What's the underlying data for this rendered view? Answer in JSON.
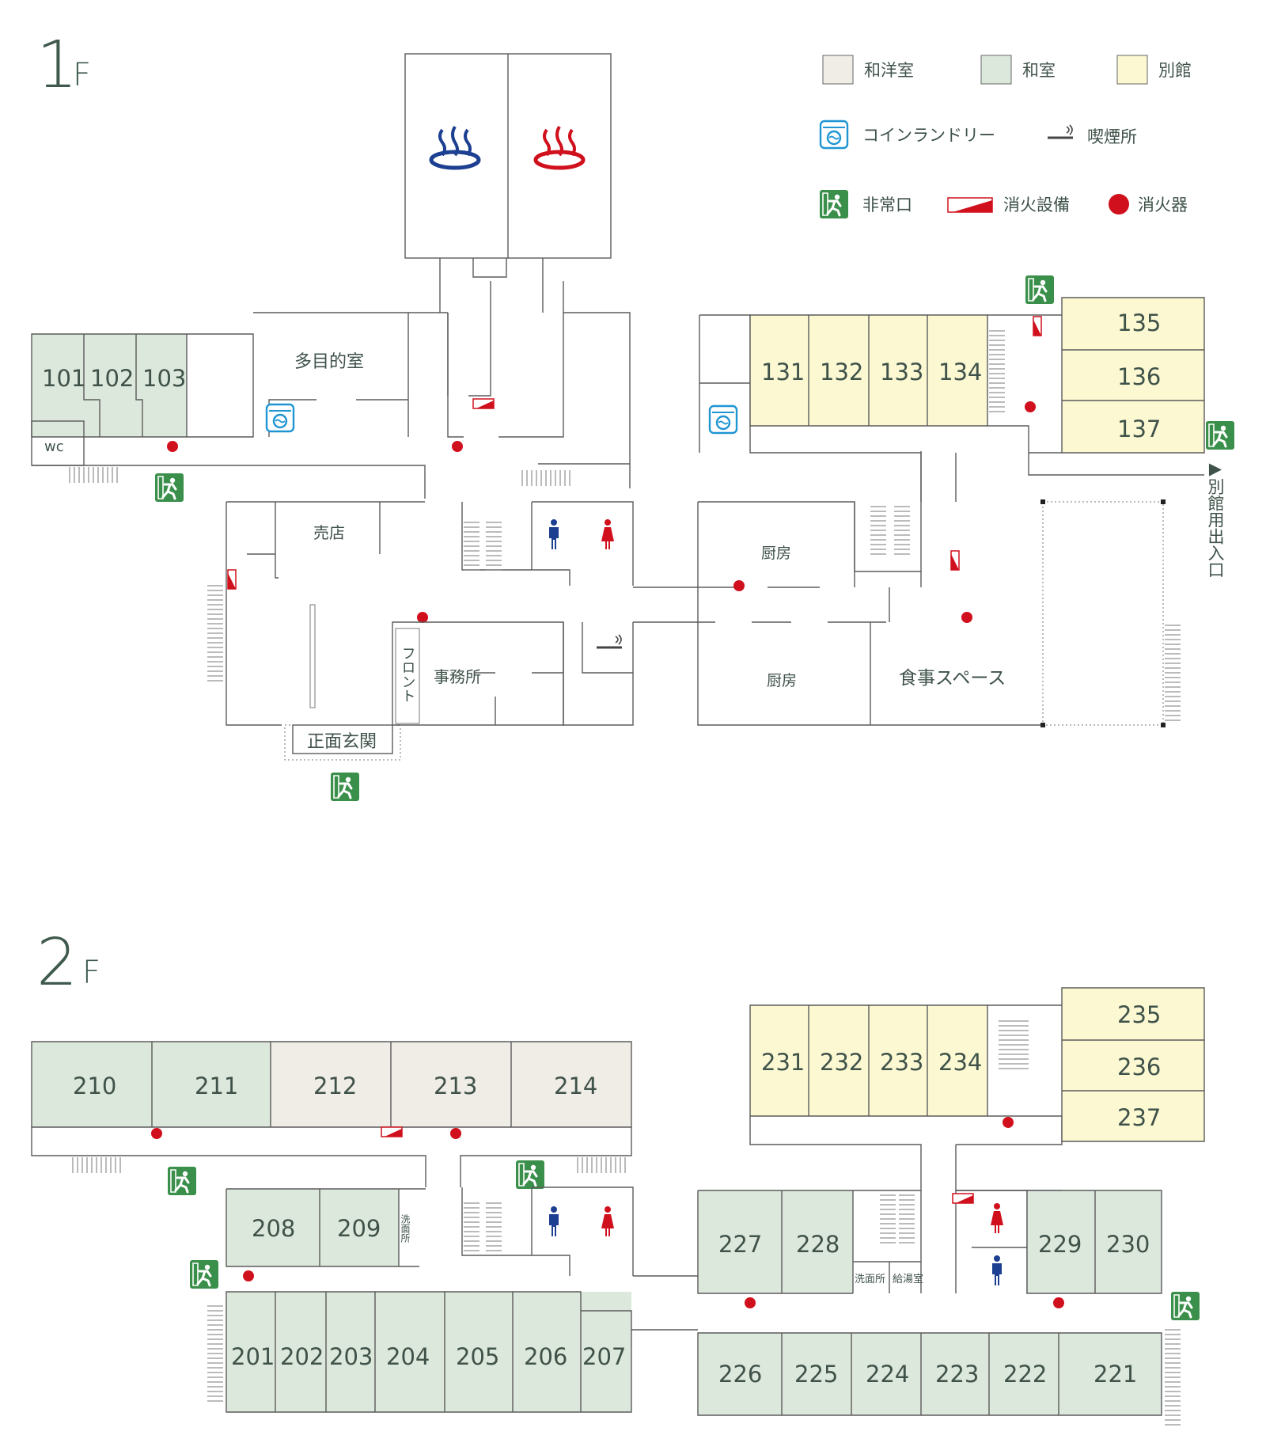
{
  "colors": {
    "wayo": "#efede6",
    "washitsu": "#dde8dc",
    "bekkan": "#fbf8d2",
    "wall": "#5b5b5b",
    "exit_green": "#3a8f4a",
    "fire_red": "#d0101c",
    "laundry_blue": "#1f95d3",
    "male_blue": "#1c3f91",
    "female_red": "#d0101c",
    "text": "#3f5249"
  },
  "legend": {
    "wayo": "和洋室",
    "washitsu": "和室",
    "bekkan": "別館",
    "laundry": "コインランドリー",
    "smoking": "喫煙所",
    "exit": "非常口",
    "fire_equipment": "消火設備",
    "extinguisher": "消火器"
  },
  "floor1": {
    "label_num": "1",
    "label_f": "F",
    "rooms": {
      "r101": "101",
      "r102": "102",
      "r103": "103",
      "r131": "131",
      "r132": "132",
      "r133": "133",
      "r134": "134",
      "r135": "135",
      "r136": "136",
      "r137": "137"
    },
    "areas": {
      "multipurpose": "多目的室",
      "wc": "wc",
      "shop": "売店",
      "kitchen1": "厨房",
      "kitchen2": "厨房",
      "dining": "食事スペース",
      "office": "事務所",
      "front": "フロント",
      "entrance": "正面玄関",
      "annex_entrance": "▶別館用出入口"
    }
  },
  "floor2": {
    "label_num": "2",
    "label_f": "F",
    "rooms": {
      "r201": "201",
      "r202": "202",
      "r203": "203",
      "r204": "204",
      "r205": "205",
      "r206": "206",
      "r207": "207",
      "r208": "208",
      "r209": "209",
      "r210": "210",
      "r211": "211",
      "r212": "212",
      "r213": "213",
      "r214": "214",
      "r221": "221",
      "r222": "222",
      "r223": "223",
      "r224": "224",
      "r225": "225",
      "r226": "226",
      "r227": "227",
      "r228": "228",
      "r229": "229",
      "r230": "230",
      "r231": "231",
      "r232": "232",
      "r233": "233",
      "r234": "234",
      "r235": "235",
      "r236": "236",
      "r237": "237"
    },
    "areas": {
      "washroom_small": "洗面所",
      "washroom": "洗面所",
      "pantry": "給湯室"
    }
  }
}
